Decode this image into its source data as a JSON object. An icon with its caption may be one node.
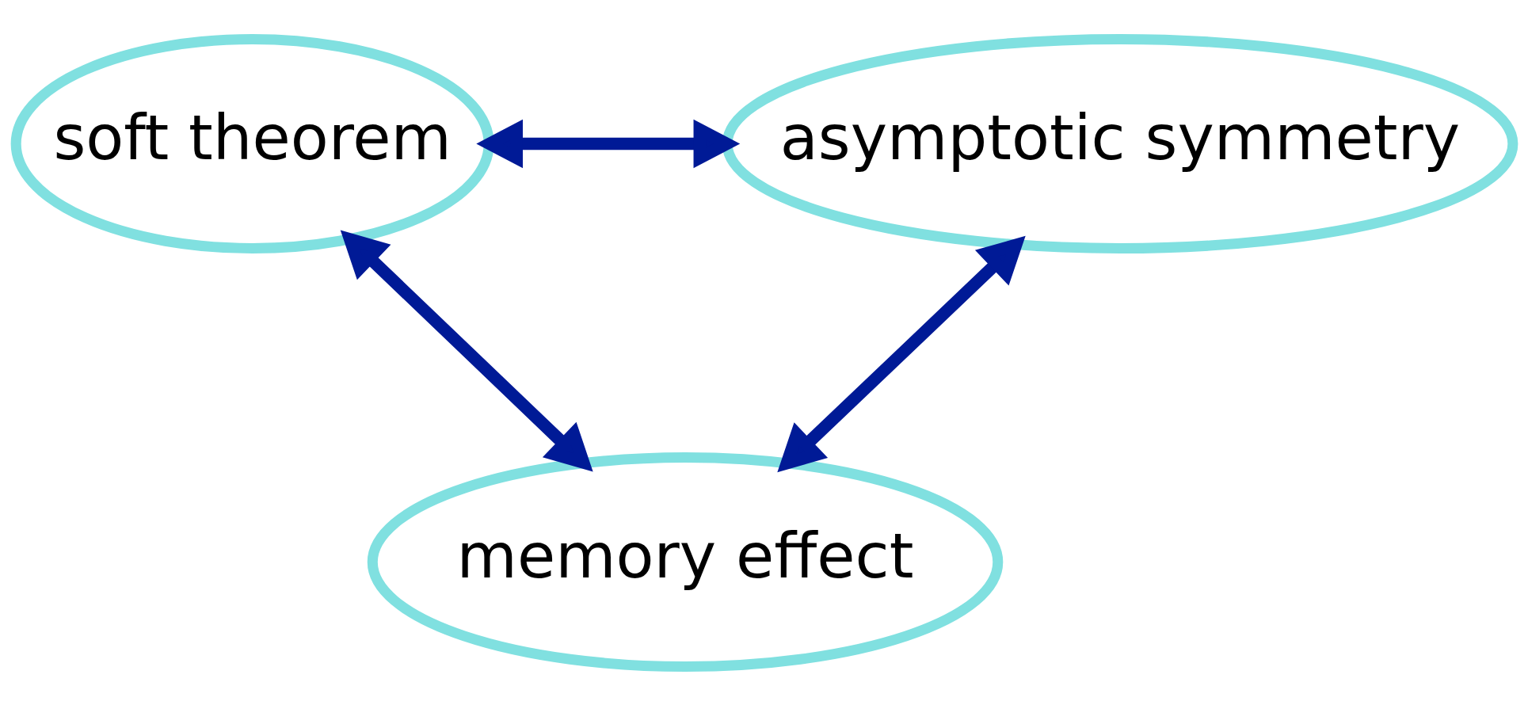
{
  "diagram": {
    "nodes": [
      {
        "text": [
          "soft theorem"
        ]
      },
      {
        "text": [
          "asymptotic symmetry"
        ]
      },
      {
        "text": [
          "memory effect"
        ]
      }
    ],
    "edges": [
      {
        "from": 0,
        "to": 1,
        "arrow": "both"
      },
      {
        "from": 0,
        "to": 2,
        "arrow": "both"
      },
      {
        "from": 1,
        "to": 2,
        "arrow": "both"
      }
    ]
  }
}
